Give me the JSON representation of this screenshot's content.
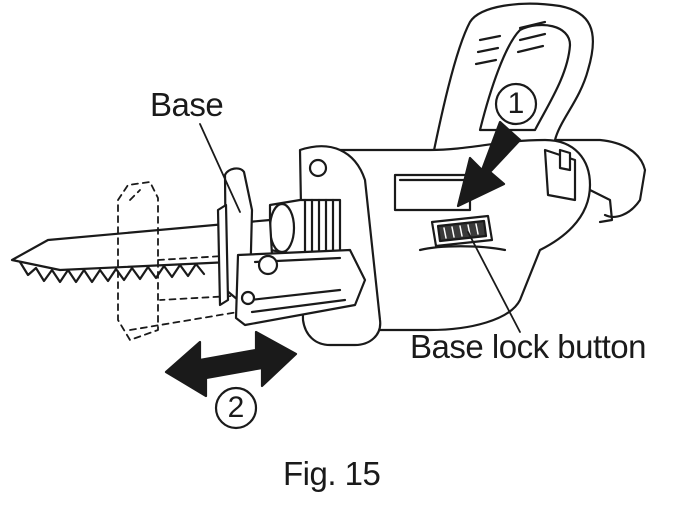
{
  "labels": {
    "base": "Base",
    "base_lock_button": "Base lock button",
    "figure": "Fig. 15"
  },
  "steps": {
    "one": "1",
    "two": "2"
  },
  "colors": {
    "line": "#1a1a1a",
    "fill": "#ffffff",
    "grip_dark": "#3a3a3a"
  },
  "icons": {
    "press_arrow": "arrow-down-left-icon",
    "slide_arrow": "double-arrow-horizontal-icon"
  }
}
